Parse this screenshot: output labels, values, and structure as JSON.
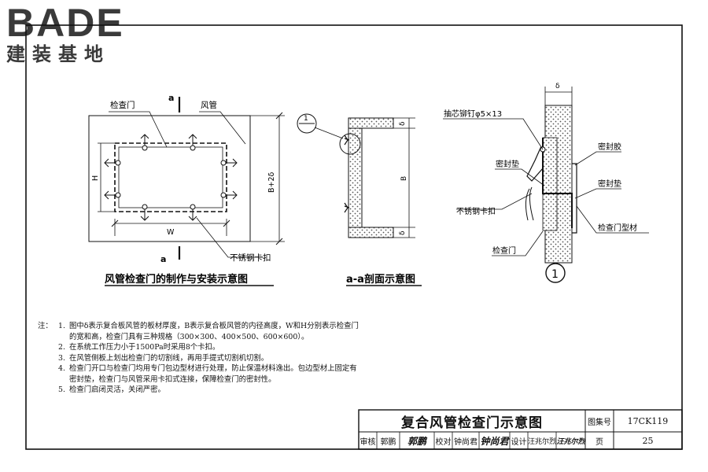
{
  "logo": {
    "main": "BADE",
    "sub": "建装基地"
  },
  "figure1": {
    "caption": "风管检查门的制作与安装示意图",
    "label_door": "检查门",
    "label_duct": "风管",
    "label_clip": "不锈钢卡扣",
    "label_section_top": "a",
    "label_section_bottom": "a",
    "dim_w": "W",
    "dim_h": "H",
    "dim_b": "B+2δ"
  },
  "figure2": {
    "caption": "a-a剖面示意图",
    "detail_ref": "1",
    "dim_delta_top": "δ",
    "dim_delta_bottom": "δ",
    "dim_b": "B"
  },
  "figure3": {
    "detail_number": "1",
    "dim_delta": "δ",
    "label_rivet": "抽芯铆钉φ5×13",
    "label_sealant": "密封胶",
    "label_seal_pad_left": "密封垫",
    "label_seal_pad_right": "密封垫",
    "label_clip": "不锈钢卡扣",
    "label_frame": "检查门型材",
    "label_door": "检查门"
  },
  "notes": {
    "lead": "注：",
    "items": [
      {
        "num": "1.",
        "text": "图中δ表示复合板风管的板材厚度，B表示复合板风管的内径高度，W和H分别表示检查门的宽和高，检查门具有三种规格（300×300、400×500、600×600）。"
      },
      {
        "num": "2.",
        "text": "在系统工作压力小于1500Pa时采用8个卡扣。"
      },
      {
        "num": "3.",
        "text": "在风管侧板上划出检查门的切割线，再用手提式切割机切割。"
      },
      {
        "num": "4.",
        "text": "检查门开口与检查门均用专门包边型材进行处理，防止保温材料逸出。包边型材上固定有密封垫，检查门与风管采用卡扣式连接，保障检查门的密封性。"
      },
      {
        "num": "5.",
        "text": "检查门启闭灵活，关闭严密。"
      }
    ]
  },
  "title_block": {
    "title": "复合风管检查门示意图",
    "atlas_label": "图集号",
    "atlas_no": "17CK119",
    "review_label": "审核",
    "reviewer": "郭鹏",
    "reviewer_sig": "郭鹏",
    "check_label": "校对",
    "checker": "钟尚君",
    "checker_sig": "钟尚君",
    "design_label": "设计",
    "designer": "汪兆尔烈",
    "designer_sig": "汪兆尔烈",
    "page_label": "页",
    "page_no": "25"
  },
  "colors": {
    "line": "#111111",
    "hatch": "#555555",
    "logo": "#3a3a3a"
  }
}
